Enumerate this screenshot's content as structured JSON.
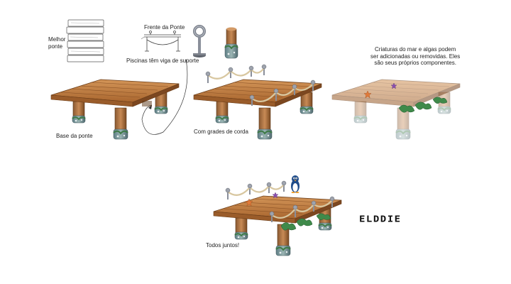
{
  "labels": {
    "better_bridge": "Melhor\nponte",
    "bridge_front": "Frente da Ponte",
    "support_beam": "Piscinas têm viga de suporte",
    "bridge_base": "Base da ponte",
    "rope_rails": "Com grades de corda",
    "creatures_note": "Criaturas do mar e algas podem\nser adicionadas ou removidas. Eles\nsão seus próprios componentes.",
    "all_together": "Todos juntos!"
  },
  "signature": "ELDDIE",
  "colors": {
    "wood": "#b8733a",
    "wood_light": "#d09156",
    "wood_dark": "#7a4a22",
    "post_stone": "#5e7a6a",
    "seaweed": "#3f8a4a",
    "starfish_orange": "#e07a3a",
    "starfish_purple": "#8a4fb0",
    "rope": "#d8c7a0",
    "metal": "#8a8f9a"
  }
}
